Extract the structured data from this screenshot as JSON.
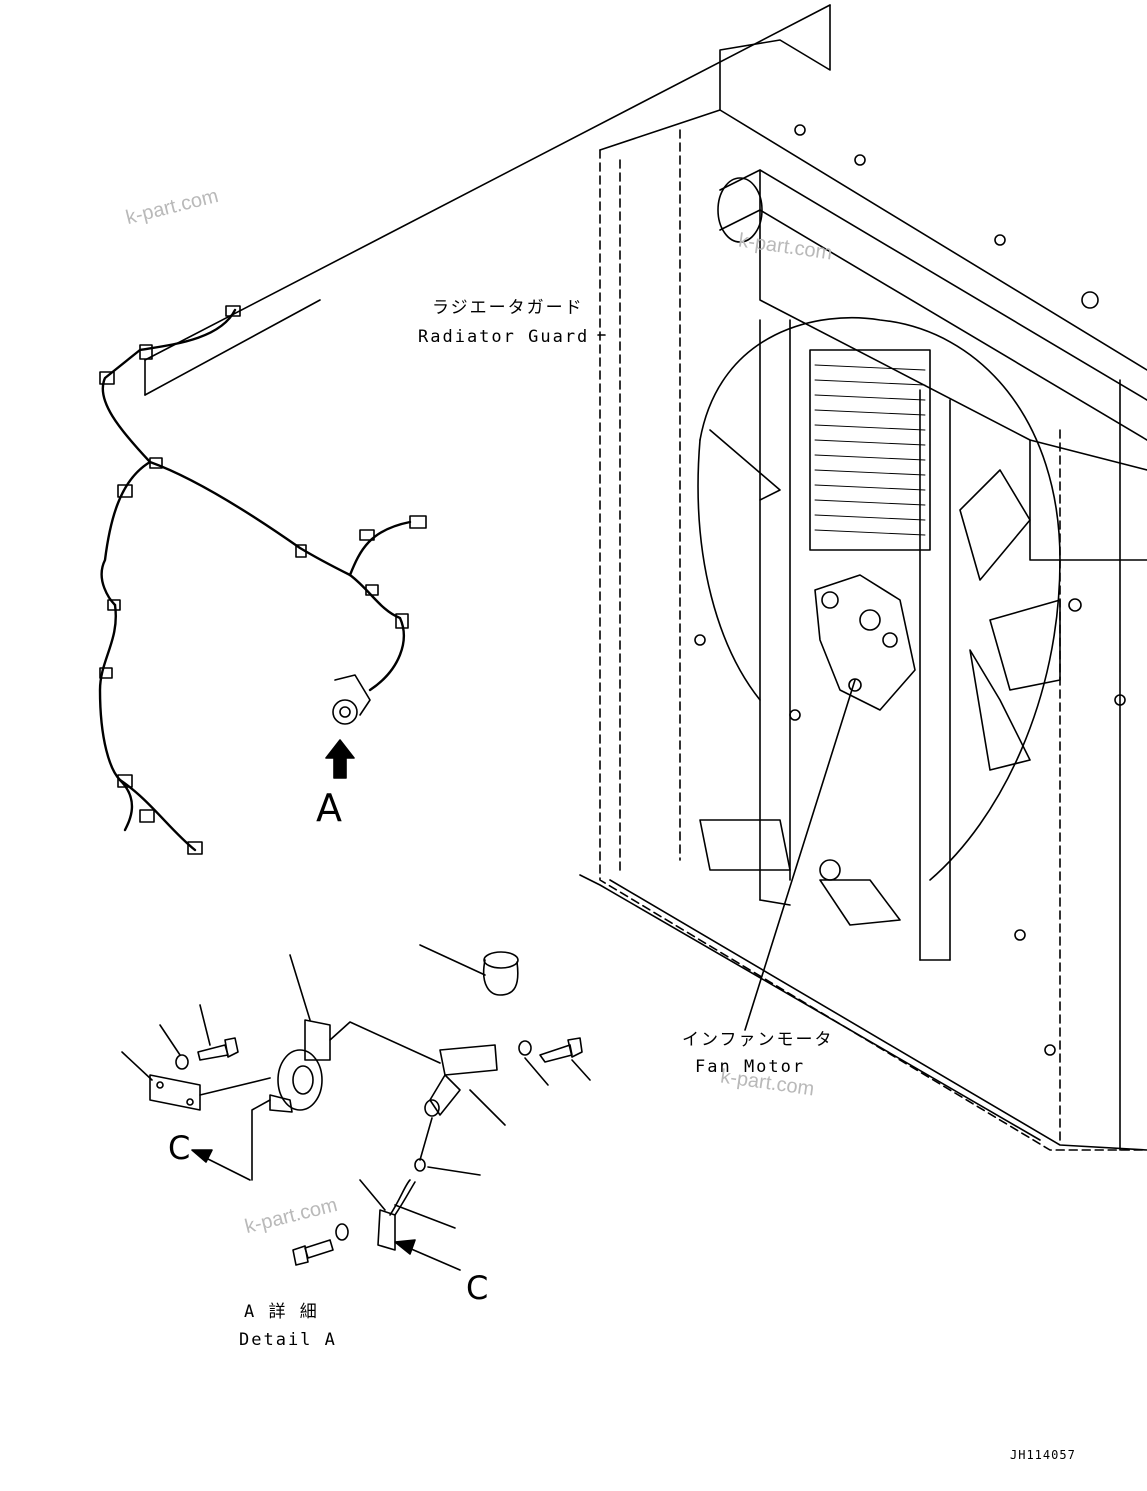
{
  "labels": {
    "radiator_guard_jp": "ラジエータガード",
    "radiator_guard_en": "Radiator Guard",
    "fan_motor_jp": "インファンモータ",
    "fan_motor_en": "Fan Motor",
    "view_a": "A",
    "detail_a_jp": "A 詳 細",
    "detail_a_en": "Detail A",
    "c_left": "C",
    "c_right": "C",
    "drawing_number": "JH114057"
  },
  "watermarks": [
    "k-part.com",
    "k-part.com",
    "k-part.com",
    "k-part.com"
  ],
  "colors": {
    "line": "#000000",
    "watermark": "#b9b9b9",
    "background": "#ffffff"
  }
}
